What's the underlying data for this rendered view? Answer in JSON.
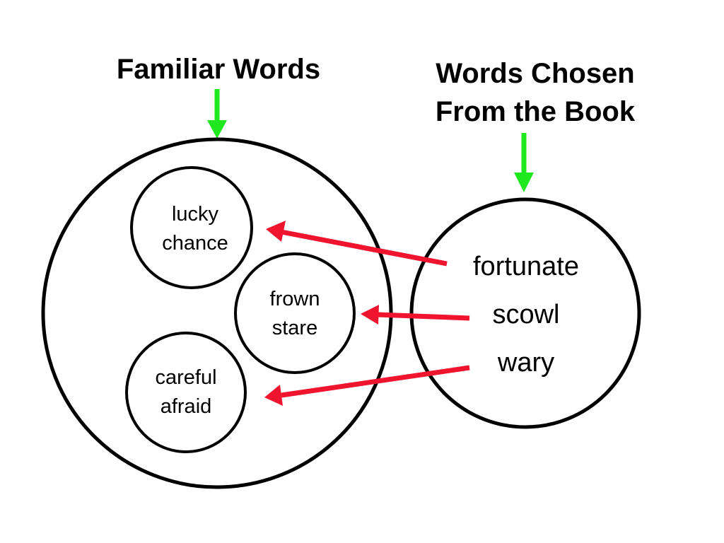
{
  "headings": {
    "familiar": "Familiar Words",
    "chosen_line1": "Words Chosen",
    "chosen_line2": "From the Book"
  },
  "familiar_groups": [
    {
      "line1": "lucky",
      "line2": "chance"
    },
    {
      "line1": "frown",
      "line2": "stare"
    },
    {
      "line1": "careful",
      "line2": "afraid"
    }
  ],
  "book_words": [
    "fortunate",
    "scowl",
    "wary"
  ],
  "colors": {
    "pointer_arrow": "#1fe81f",
    "link_arrow": "#f0142e",
    "outline": "#000000"
  },
  "icons": {
    "pointer": "arrow-down-icon",
    "link": "arrow-left-icon"
  }
}
